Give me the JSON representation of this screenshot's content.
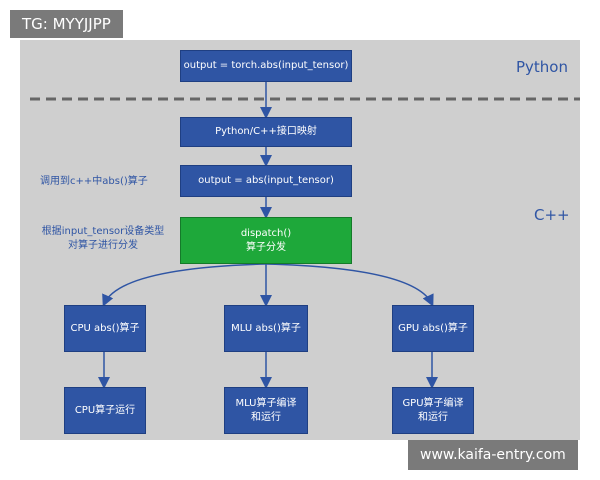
{
  "regions": {
    "python": "Python",
    "cpp": "C++"
  },
  "boxes": {
    "py_call": "output = torch.abs(input_tensor)",
    "mapping": "Python/C++接口映射",
    "cpp_call": "output = abs(input_tensor)",
    "dispatch": "dispatch()\n算子分发",
    "cpu_abs": "CPU abs()算子",
    "mlu_abs": "MLU abs()算子",
    "gpu_abs": "GPU abs()算子",
    "cpu_run": "CPU算子运行",
    "mlu_run": "MLU算子编译\n和运行",
    "gpu_run": "GPU算子编译\n和运行"
  },
  "labels": {
    "call_cpp": "调用到c++中abs()算子",
    "dispatch_note": "根据input_tensor设备类型\n对算子进行分发"
  },
  "watermarks": {
    "top": "TG: MYYJJPP",
    "bottom": "www.kaifa-entry.com"
  },
  "colors": {
    "box": "#2f55a4",
    "dispatch": "#1ea83a",
    "background": "#cfcfcf"
  }
}
